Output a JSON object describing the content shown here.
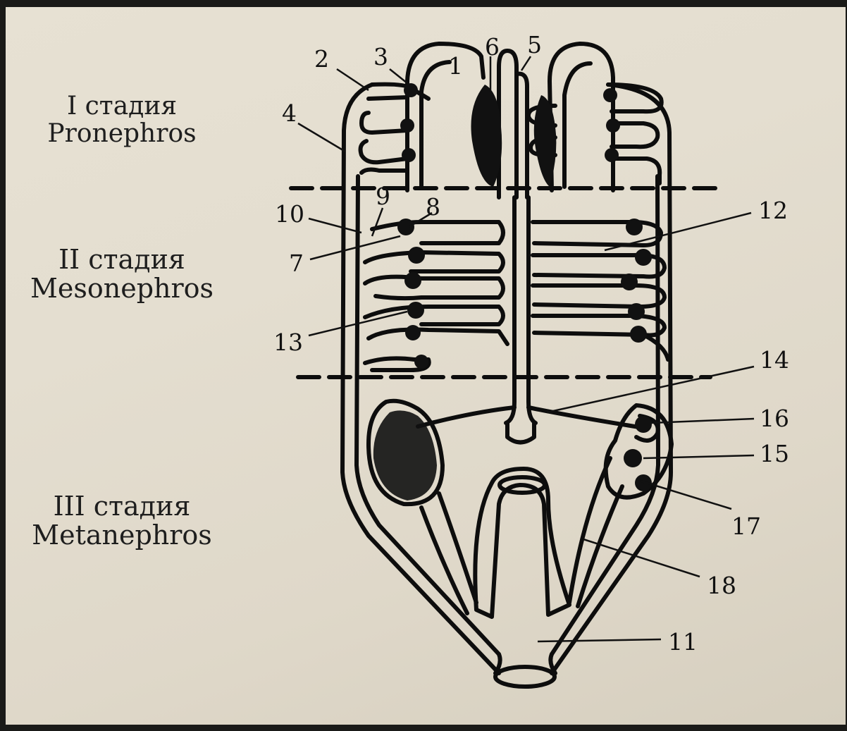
{
  "stages": [
    {
      "line1": "I стадия",
      "line2": "Pronephros"
    },
    {
      "line1": "II стадия",
      "line2": "Mesonephros"
    },
    {
      "line1": "III стадия",
      "line2": "Metanephros"
    }
  ],
  "labels": {
    "n1": "1",
    "n2": "2",
    "n3": "3",
    "n4": "4",
    "n5": "5",
    "n6": "6",
    "n7": "7",
    "n8": "8",
    "n9": "9",
    "n10": "10",
    "n11": "11",
    "n12": "12",
    "n13": "13",
    "n14": "14",
    "n15": "15",
    "n16": "16",
    "n17": "17",
    "n18": "18"
  }
}
